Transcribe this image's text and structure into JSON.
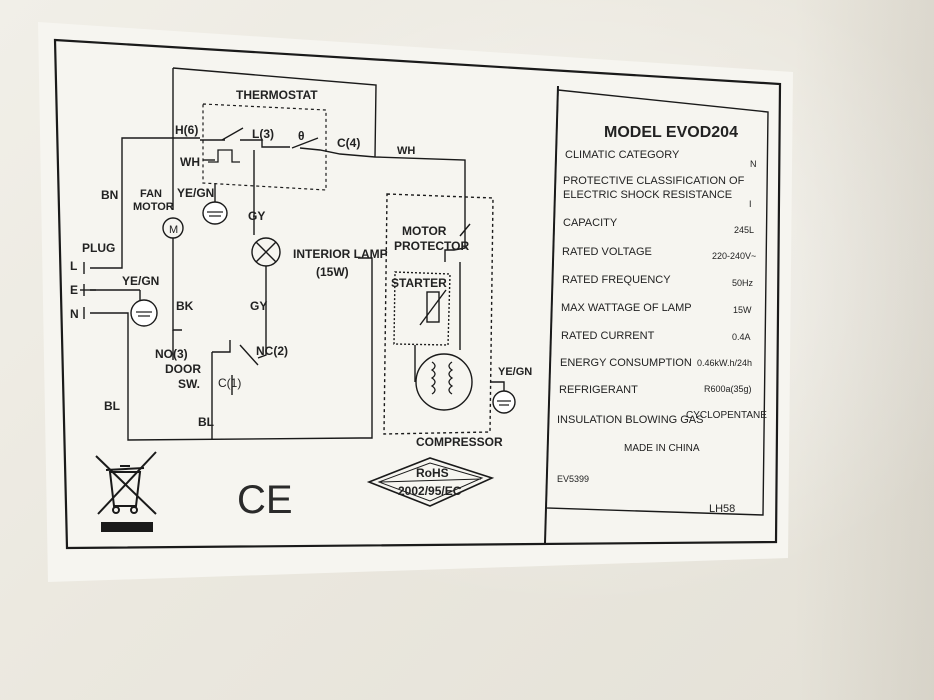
{
  "model_title": "MODEL  EVOD204",
  "specs": [
    {
      "label": "CLIMATIC CATEGORY",
      "value": "N"
    },
    {
      "label": "PROTECTIVE CLASSIFICATION OF",
      "label2": "ELECTRIC SHOCK RESISTANCE",
      "value": "I"
    },
    {
      "label": "CAPACITY",
      "value": "245L"
    },
    {
      "label": "RATED VOLTAGE",
      "value": "220-240V~"
    },
    {
      "label": "RATED FREQUENCY",
      "value": "50Hz"
    },
    {
      "label": "MAX WATTAGE OF LAMP",
      "value": "15W"
    },
    {
      "label": "RATED CURRENT",
      "value": "0.4A"
    },
    {
      "label": "ENERGY CONSUMPTION",
      "value": "0.46kW.h/24h"
    },
    {
      "label": "REFRIGERANT",
      "value": "R600a(35g)"
    },
    {
      "label": "INSULATION BLOWING GAS",
      "value": "CYCLOPENTANE"
    }
  ],
  "made_in": "MADE IN CHINA",
  "code_ev": "EV5399",
  "code_lh": "LH58",
  "diagram": {
    "thermostat": "THERMOSTAT",
    "h6": "H(6)",
    "l3": "L(3)",
    "theta": "θ",
    "c4": "C(4)",
    "wh_left": "WH",
    "wh_right": "WH",
    "bn": "BN",
    "fan_motor_1": "FAN",
    "fan_motor_2": "MOTOR",
    "yegn_top": "YE/GN",
    "gy_top": "GY",
    "interior_lamp_1": "INTERIOR LAMP",
    "interior_lamp_2": "(15W)",
    "motor_protector_1": "MOTOR",
    "motor_protector_2": "PROTECTOR",
    "starter": "STARTER",
    "plug": "PLUG",
    "l": "L",
    "e": "E",
    "n": "N",
    "yegn_plug": "YE/GN",
    "bk": "BK",
    "gy_mid": "GY",
    "no3": "NO(3)",
    "nc2": "NC(2)",
    "door_1": "DOOR",
    "door_2": "SW.",
    "c1": "C(1)",
    "bl_left": "BL",
    "bl_bottom": "BL",
    "yegn_comp": "YE/GN",
    "compressor": "COMPRESSOR",
    "rohs_1": "RoHS",
    "rohs_2": "2002/95/EC",
    "ce": "CE",
    "fan_m": "M"
  }
}
